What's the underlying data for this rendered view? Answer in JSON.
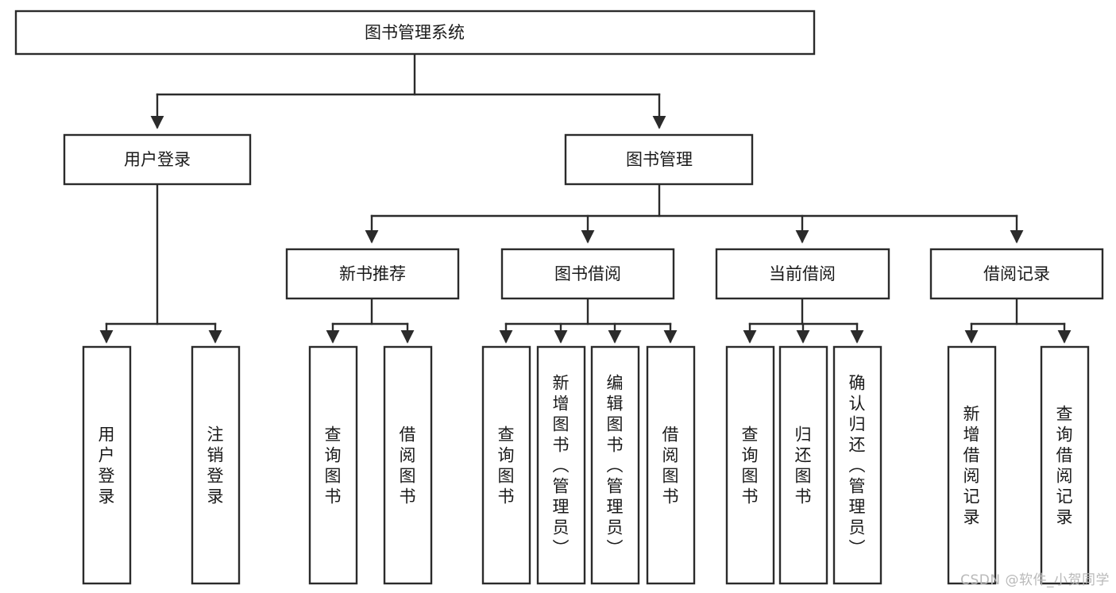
{
  "diagram": {
    "type": "tree",
    "title": "图书管理系统",
    "colors": {
      "stroke": "#2b2b2b",
      "box_fill": "#ffffff",
      "text": "#1a1a1a",
      "background": "#ffffff",
      "watermark": "#b9b9b9"
    },
    "root": {
      "label": "图书管理系统",
      "id": "root"
    },
    "level2": [
      {
        "id": "user-login",
        "label": "用户登录"
      },
      {
        "id": "book-management",
        "label": "图书管理"
      }
    ],
    "level3": [
      {
        "id": "new-book-recommend",
        "label": "新书推荐",
        "parent": "book-management"
      },
      {
        "id": "book-borrow",
        "label": "图书借阅",
        "parent": "book-management"
      },
      {
        "id": "current-borrow",
        "label": "当前借阅",
        "parent": "book-management"
      },
      {
        "id": "borrow-record",
        "label": "借阅记录",
        "parent": "book-management"
      }
    ],
    "leaves": {
      "user-login": [
        {
          "id": "leaf-user-login",
          "label": "用户登录"
        },
        {
          "id": "leaf-user-logout",
          "label": "注销登录"
        }
      ],
      "new-book-recommend": [
        {
          "id": "leaf-query-book-1",
          "label": "查询图书"
        },
        {
          "id": "leaf-borrow-book-1",
          "label": "借阅图书"
        }
      ],
      "book-borrow": [
        {
          "id": "leaf-query-book-2",
          "label": "查询图书"
        },
        {
          "id": "leaf-add-book",
          "label": "新增图书（管理员）"
        },
        {
          "id": "leaf-edit-book",
          "label": "编辑图书（管理员）"
        },
        {
          "id": "leaf-borrow-book-2",
          "label": "借阅图书"
        }
      ],
      "current-borrow": [
        {
          "id": "leaf-query-book-3",
          "label": "查询图书"
        },
        {
          "id": "leaf-return-book",
          "label": "归还图书"
        },
        {
          "id": "leaf-confirm-return",
          "label": "确认归还（管理员）"
        }
      ],
      "borrow-record": [
        {
          "id": "leaf-add-record",
          "label": "新增借阅记录"
        },
        {
          "id": "leaf-query-record",
          "label": "查询借阅记录"
        }
      ]
    }
  },
  "watermark": {
    "text": "CSDN @软件_小贺同学"
  }
}
